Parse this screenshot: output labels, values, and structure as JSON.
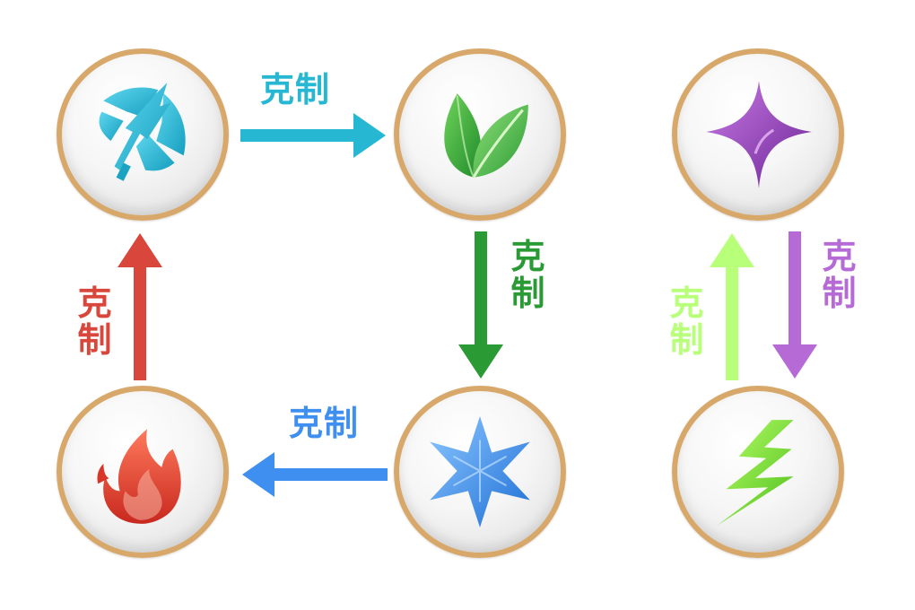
{
  "relation_label": "克制",
  "nodes": {
    "wind": {
      "icon": "wind-axe-icon",
      "color": "#2ab3cf"
    },
    "grass": {
      "icon": "leaf-icon",
      "color": "#2f9a3a"
    },
    "ice": {
      "icon": "snowflake-icon",
      "color": "#2f80e0"
    },
    "fire": {
      "icon": "flame-icon",
      "color": "#dd3b2c"
    },
    "dark": {
      "icon": "four-point-star-icon",
      "color": "#8e3fb5"
    },
    "thunder": {
      "icon": "lightning-icon",
      "color": "#7fdc2a"
    }
  },
  "relations": [
    {
      "from": "wind",
      "to": "grass",
      "label": "克制",
      "color": "#26b8d2"
    },
    {
      "from": "grass",
      "to": "ice",
      "label": "克制",
      "color": "#2a9a35"
    },
    {
      "from": "ice",
      "to": "fire",
      "label": "克制",
      "color": "#3f8ff0"
    },
    {
      "from": "fire",
      "to": "wind",
      "label": "克制",
      "color": "#d9463b"
    },
    {
      "from": "thunder",
      "to": "dark",
      "label": "克制",
      "color": "#b8ff7a"
    },
    {
      "from": "dark",
      "to": "thunder",
      "label": "克制",
      "color": "#b56ad6"
    }
  ]
}
